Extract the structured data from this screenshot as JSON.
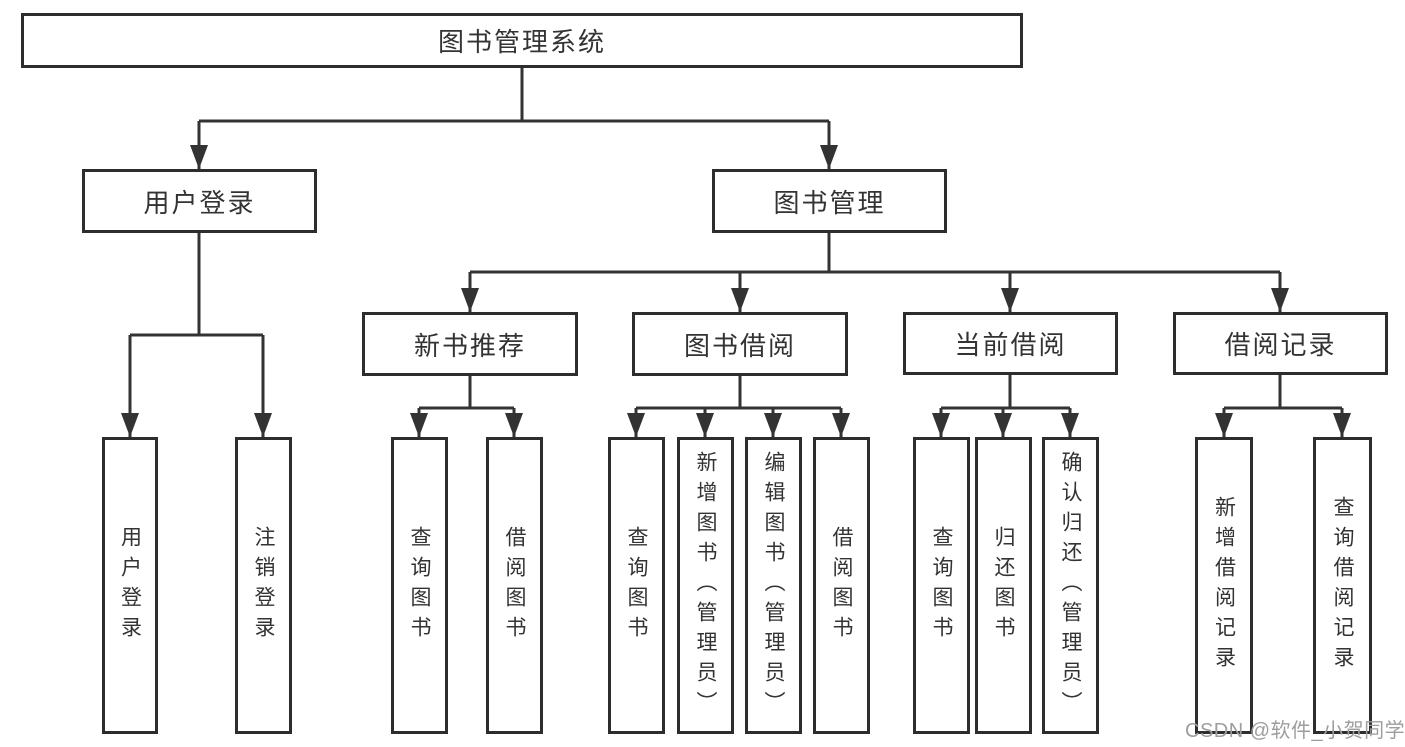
{
  "diagram": {
    "root": {
      "label": "图书管理系统"
    },
    "level2": {
      "user_login": {
        "label": "用户登录"
      },
      "book_mgmt": {
        "label": "图书管理"
      }
    },
    "level3": {
      "new_book_rec": {
        "label": "新书推荐"
      },
      "book_borrow": {
        "label": "图书借阅"
      },
      "current_borrow": {
        "label": "当前借阅"
      },
      "borrow_record": {
        "label": "借阅记录"
      }
    },
    "leaves": {
      "user_login": {
        "label": "用户登录"
      },
      "logout": {
        "label": "注销登录"
      },
      "query_book_1": {
        "label": "查询图书"
      },
      "borrow_book_1": {
        "label": "借阅图书"
      },
      "query_book_2": {
        "label": "查询图书"
      },
      "add_book": {
        "label": "新增图书（管理员）"
      },
      "edit_book": {
        "label": "编辑图书（管理员）"
      },
      "borrow_book_2": {
        "label": "借阅图书"
      },
      "query_book_3": {
        "label": "查询图书"
      },
      "return_book": {
        "label": "归还图书"
      },
      "confirm_return": {
        "label": "确认归还（管理员）"
      },
      "add_borrow_record": {
        "label": "新增借阅记录"
      },
      "query_borrow_record": {
        "label": "查询借阅记录"
      }
    },
    "watermark": "CSDN @软件_小贺同学",
    "colors": {
      "line": "#333333",
      "box_border": "#2d2d2d",
      "text": "#333333",
      "watermark": "#9e9e9e",
      "background": "#ffffff"
    }
  }
}
